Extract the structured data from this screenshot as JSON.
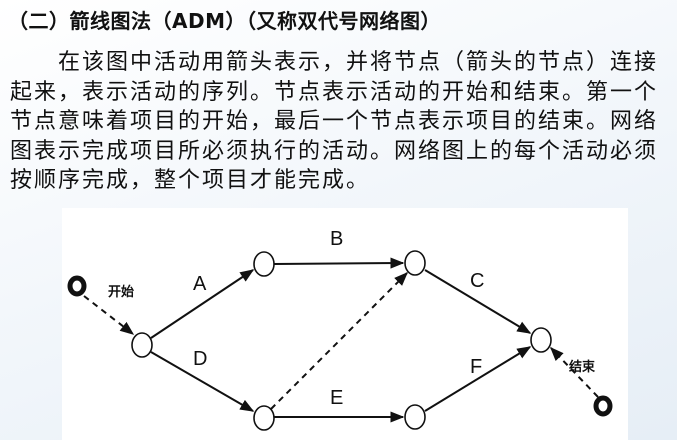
{
  "title": "（二）箭线图法（ADM）（又称双代号网络图）",
  "paragraph_lines": [
    "在该图中活动用箭头表示，并将节点（箭头的节点）连接",
    "起来，表示活动的序列。节点表示活动的开始和结束。第一个",
    "节点意味着项目的开始，最后一个节点表示项目的结束。网络",
    "图表示完成项目所必须执行的活动。网络图上的每个活动必须",
    "按顺序完成，整个项目才能完成。"
  ],
  "diagram": {
    "start_label": "开始",
    "end_label": "结束",
    "activities": [
      "A",
      "B",
      "C",
      "D",
      "E",
      "F"
    ]
  }
}
